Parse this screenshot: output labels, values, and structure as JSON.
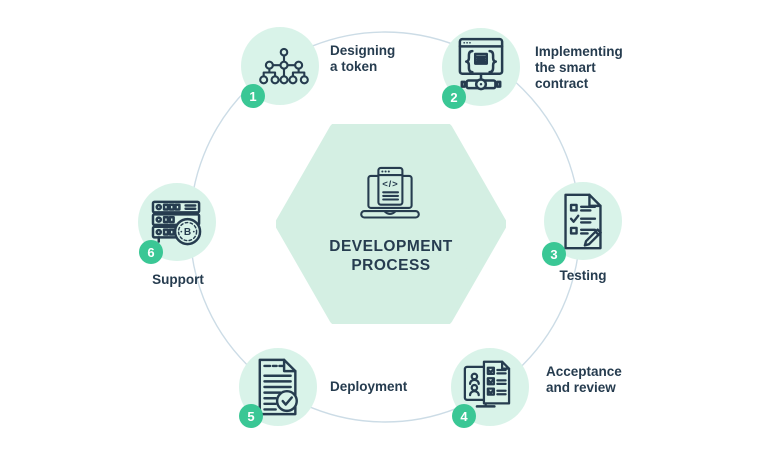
{
  "diagram": {
    "title": "DEVELOPMENT PROCESS",
    "title_lines": [
      "DEVELOPMENT",
      "PROCESS"
    ],
    "center_icon": "laptop-code-icon",
    "code_glyph": "</>"
  },
  "colors": {
    "background": "#ffffff",
    "circle_mint": "#d9f3e9",
    "hexagon_mint": "#d4efe3",
    "badge_green": "#3ac795",
    "icon_navy": "#263c4f",
    "connector_line": "#ccdce6"
  },
  "steps": [
    {
      "number": "1",
      "label": "Designing a token",
      "lines": [
        "Designing",
        "a token"
      ],
      "icon": "token-hierarchy-icon"
    },
    {
      "number": "2",
      "label": "Implementing the smart contract",
      "lines": [
        "Implementing",
        "the smart",
        "contract"
      ],
      "icon": "smart-contract-window-icon"
    },
    {
      "number": "3",
      "label": "Testing",
      "lines": [
        "Testing"
      ],
      "icon": "test-checklist-pencil-icon"
    },
    {
      "number": "4",
      "label": "Acceptance and review",
      "lines": [
        "Acceptance",
        "and review"
      ],
      "icon": "review-monitor-checklist-icon"
    },
    {
      "number": "5",
      "label": "Deployment",
      "lines": [
        "Deployment"
      ],
      "icon": "deployment-document-check-icon"
    },
    {
      "number": "6",
      "label": "Support",
      "lines": [
        "Support"
      ],
      "icon": "support-server-coin-icon",
      "coin_symbol": "B"
    }
  ]
}
